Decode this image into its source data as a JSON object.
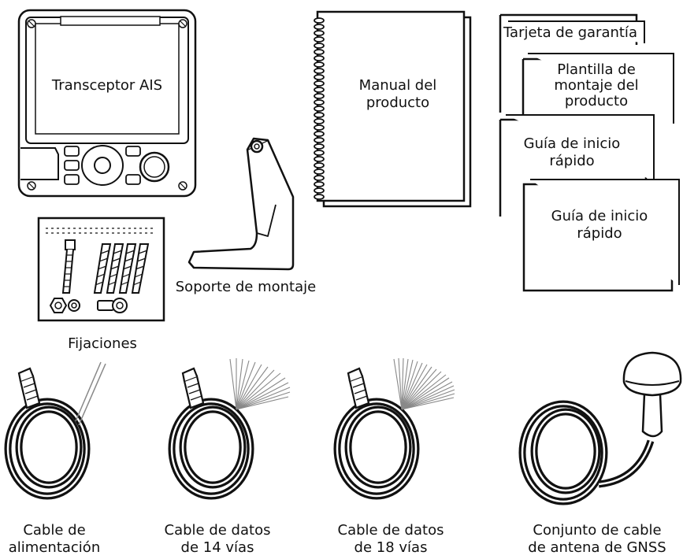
{
  "items": {
    "transceiver": {
      "label": "Transceptor AIS"
    },
    "manual": {
      "line1": "Manual del",
      "line2": "producto"
    },
    "warranty_card": {
      "label": "Tarjeta de garantía"
    },
    "mounting_template": {
      "line1": "Plantilla de",
      "line2": "montaje del",
      "line3": "producto"
    },
    "quick_start_1": {
      "line1": "Guía de inicio",
      "line2": "rápido"
    },
    "quick_start_2": {
      "line1": "Guía de inicio",
      "line2": "rápido"
    },
    "mounting_bracket": {
      "label": "Soporte de montaje"
    },
    "fixings": {
      "label": "Fijaciones"
    },
    "power_cable": {
      "line1": "Cable de",
      "line2": "alimentación"
    },
    "data_cable_14": {
      "line1": "Cable de datos",
      "line2": "de 14 vías"
    },
    "data_cable_18": {
      "line1": "Cable de datos",
      "line2": "de 18 vías"
    },
    "gnss_cable": {
      "line1": "Conjunto de cable",
      "line2": "de antena de GNSS"
    }
  },
  "colors": {
    "stroke": "#111111",
    "fill": "#ffffff",
    "gray": "#9a9a9a"
  }
}
